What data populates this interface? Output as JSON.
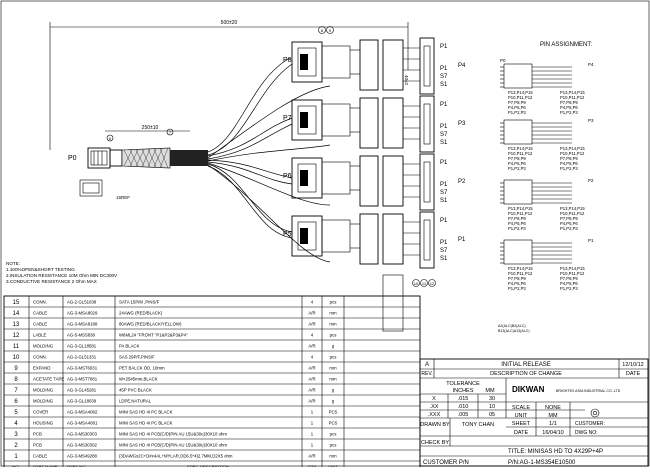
{
  "drawing": {
    "dim_total": "500±20",
    "dim_branch": "250±10",
    "dim_inner": "40±2",
    "dim_short": "15REF",
    "callouts": [
      "6",
      "7",
      "8",
      "9",
      "10",
      "11",
      "12",
      "13",
      "14",
      "15"
    ],
    "connector_labels": [
      "P0",
      "P1",
      "P2",
      "P3",
      "P4",
      "P5",
      "P6",
      "P7",
      "P8"
    ],
    "port_labels": [
      "P1",
      "P4",
      "S7",
      "S1"
    ],
    "side_labels": [
      "P1",
      "P4",
      "P3",
      "P2",
      "P1"
    ]
  },
  "pin_assignment": {
    "title": "PIN ASSIGNMENT:",
    "header": "P0",
    "groups": [
      {
        "label": "P4",
        "lines": [
          "P13,P14,P15",
          "P10,P11,P12",
          "P7,P8,P9",
          "P4,P5,P6",
          "P1,P2,P3"
        ]
      },
      {
        "label": "P3",
        "lines": [
          "P13,P14,P15",
          "P10,P11,P12",
          "P7,P8,P9",
          "P4,P5,P6",
          "P1,P2,P3"
        ]
      },
      {
        "label": "P2",
        "lines": [
          "P13,P14,P15",
          "P10,P11,P12",
          "P7,P8,P9",
          "P4,P5,P6",
          "P1,P2,P3"
        ]
      },
      {
        "label": "P1",
        "lines": [
          "P13,P14,P15",
          "P10,P11,P12",
          "P7,P8,P9",
          "P4,P5,P6",
          "P1,P2,P3"
        ]
      }
    ],
    "footer_lines": [
      "A2(ALC)B2(ALC)",
      "B13(ALC)A13(ALC)"
    ]
  },
  "notes": {
    "lines": [
      "NOTE:",
      "1.100%OPEN&SHORT TESTING.",
      "2.INSULATION RESISTANCE 10M Ohm MIN DC300V",
      "3.CONDUCTIVE RESISTANCE 2 Ohm MAX"
    ]
  },
  "bom": {
    "rows": [
      {
        "no": "15",
        "name": "CONN.",
        "part": "AG-2-GL51038",
        "desc": "SATA 15P/M ,PINS/F",
        "qty": "4",
        "unit": "pcs"
      },
      {
        "no": "14",
        "name": "CABLE",
        "part": "AG-3-MSA8029",
        "desc": "24AWG (RED/BLACK)",
        "qty": "A/R",
        "unit": "mm"
      },
      {
        "no": "13",
        "name": "CABLE",
        "part": "AG-3-MSA8188",
        "desc": "80AWG (RED/BLACK/YELLOW)",
        "qty": "A/R",
        "unit": "mm"
      },
      {
        "no": "12",
        "name": "LABLE",
        "part": "AG-5-MSS838",
        "desc": "W6ML24 \"FRONT \"P1&P2&P3&P4\"",
        "qty": "4",
        "unit": "pcs"
      },
      {
        "no": "11",
        "name": "MOLDING",
        "part": "AG-3-GL18581",
        "desc": "PA BLACK",
        "qty": "A/R",
        "unit": "g"
      },
      {
        "no": "10",
        "name": "CONN.",
        "part": "AG-2-GL51331",
        "desc": "SAS 29P/F,PINS/F",
        "qty": "4",
        "unit": "pcs"
      },
      {
        "no": "9",
        "name": "EXPAND",
        "part": "AG-3-MST6031",
        "desc": "PET BALCK OD. 10mm",
        "qty": "A/R",
        "unit": "mm"
      },
      {
        "no": "8",
        "name": "ACETATE TAPE",
        "part": "AG-3-MST7081",
        "desc": "W×25#5mm,BLACK",
        "qty": "A/R",
        "unit": "mm"
      },
      {
        "no": "7",
        "name": "MOLDING",
        "part": "AG-3-GL45281",
        "desc": "45P PVC BLACK",
        "qty": "A/R",
        "unit": "g"
      },
      {
        "no": "6",
        "name": "MOLDING",
        "part": "AG-3-GL18039",
        "desc": "LDPE,NATURAL",
        "qty": "A/R",
        "unit": "g"
      },
      {
        "no": "5",
        "name": "COVER",
        "part": "AG-3-MSA4082",
        "desc": "MINI SAS HD 4I PC BLACK",
        "qty": "1",
        "unit": "PCS"
      },
      {
        "no": "4",
        "name": "HOUSING",
        "part": "AG-3-MSA4081",
        "desc": "MINI SAS HD 4I PC BLACK",
        "qty": "1",
        "unit": "PCS"
      },
      {
        "no": "3",
        "name": "PCB",
        "part": "AG-3-MS30303",
        "desc": "MINI SAS HD 4I PCB(C/D)PIN AU 15U&30u)30X10 ohm",
        "qty": "1",
        "unit": "pcs"
      },
      {
        "no": "2",
        "name": "PCB",
        "part": "AG-3-MS30302",
        "desc": "MINI SAS HD 4I PCB(C/D)PIN AU 15U&30u)30X10 ohm",
        "qty": "1",
        "unit": "pcs"
      },
      {
        "no": "1",
        "name": "CABLE",
        "part": "AG-3-MS49288",
        "desc": "(3DAWGx2C+D#x4AL+MYLAR,OD6.5*4)2.7MM,D2X5 ohm",
        "qty": "A/R",
        "unit": "mm"
      }
    ],
    "header": {
      "no": "NO.",
      "name": "PART NAME",
      "part": "PART NO",
      "desc": "SPEC DESCRIPTION",
      "qty": "QTY",
      "unit": "UNIT"
    }
  },
  "title_block": {
    "rev_letter": "A",
    "rev_desc": "INITIAL RELEASE",
    "rev_date": "12/10/12",
    "rev_col": "REV.",
    "desc_col": "DESCRIPTION OF CHANGE",
    "date_col": "DATE",
    "tolerance": "TOLERANCE",
    "inches": "INCHES",
    "mm": "MM",
    "tol_rows": [
      [
        "X",
        ".015",
        "30"
      ],
      [
        ".XX",
        ".010",
        "10"
      ],
      [
        ".XXX",
        ".005",
        "05"
      ]
    ],
    "scale_label": "SCALE",
    "scale_value": "NONE",
    "unit_label": "UNIT",
    "unit_value": "MM",
    "sheet_label": "SHEET",
    "sheet_value": "1/1",
    "date_label": "DATE",
    "date_value": "16/04/10",
    "drawn_label": "DRAWN BY",
    "drawn_value": "TONY CHAN",
    "check_label": "CHECK BY",
    "customer_label": "CUSTOMER:",
    "dwg_label": "DWG NO:",
    "company": "DIKWAN",
    "company_sub": "BRIGHTEX ASIA INDUSTRIAL CO.,LTD",
    "title": "TITLE: MINISAS HD TO 4X29P+4P",
    "customer_pn": "CUSTOMER P/N",
    "pn": "P/N:AG-1-MS354E10500"
  }
}
